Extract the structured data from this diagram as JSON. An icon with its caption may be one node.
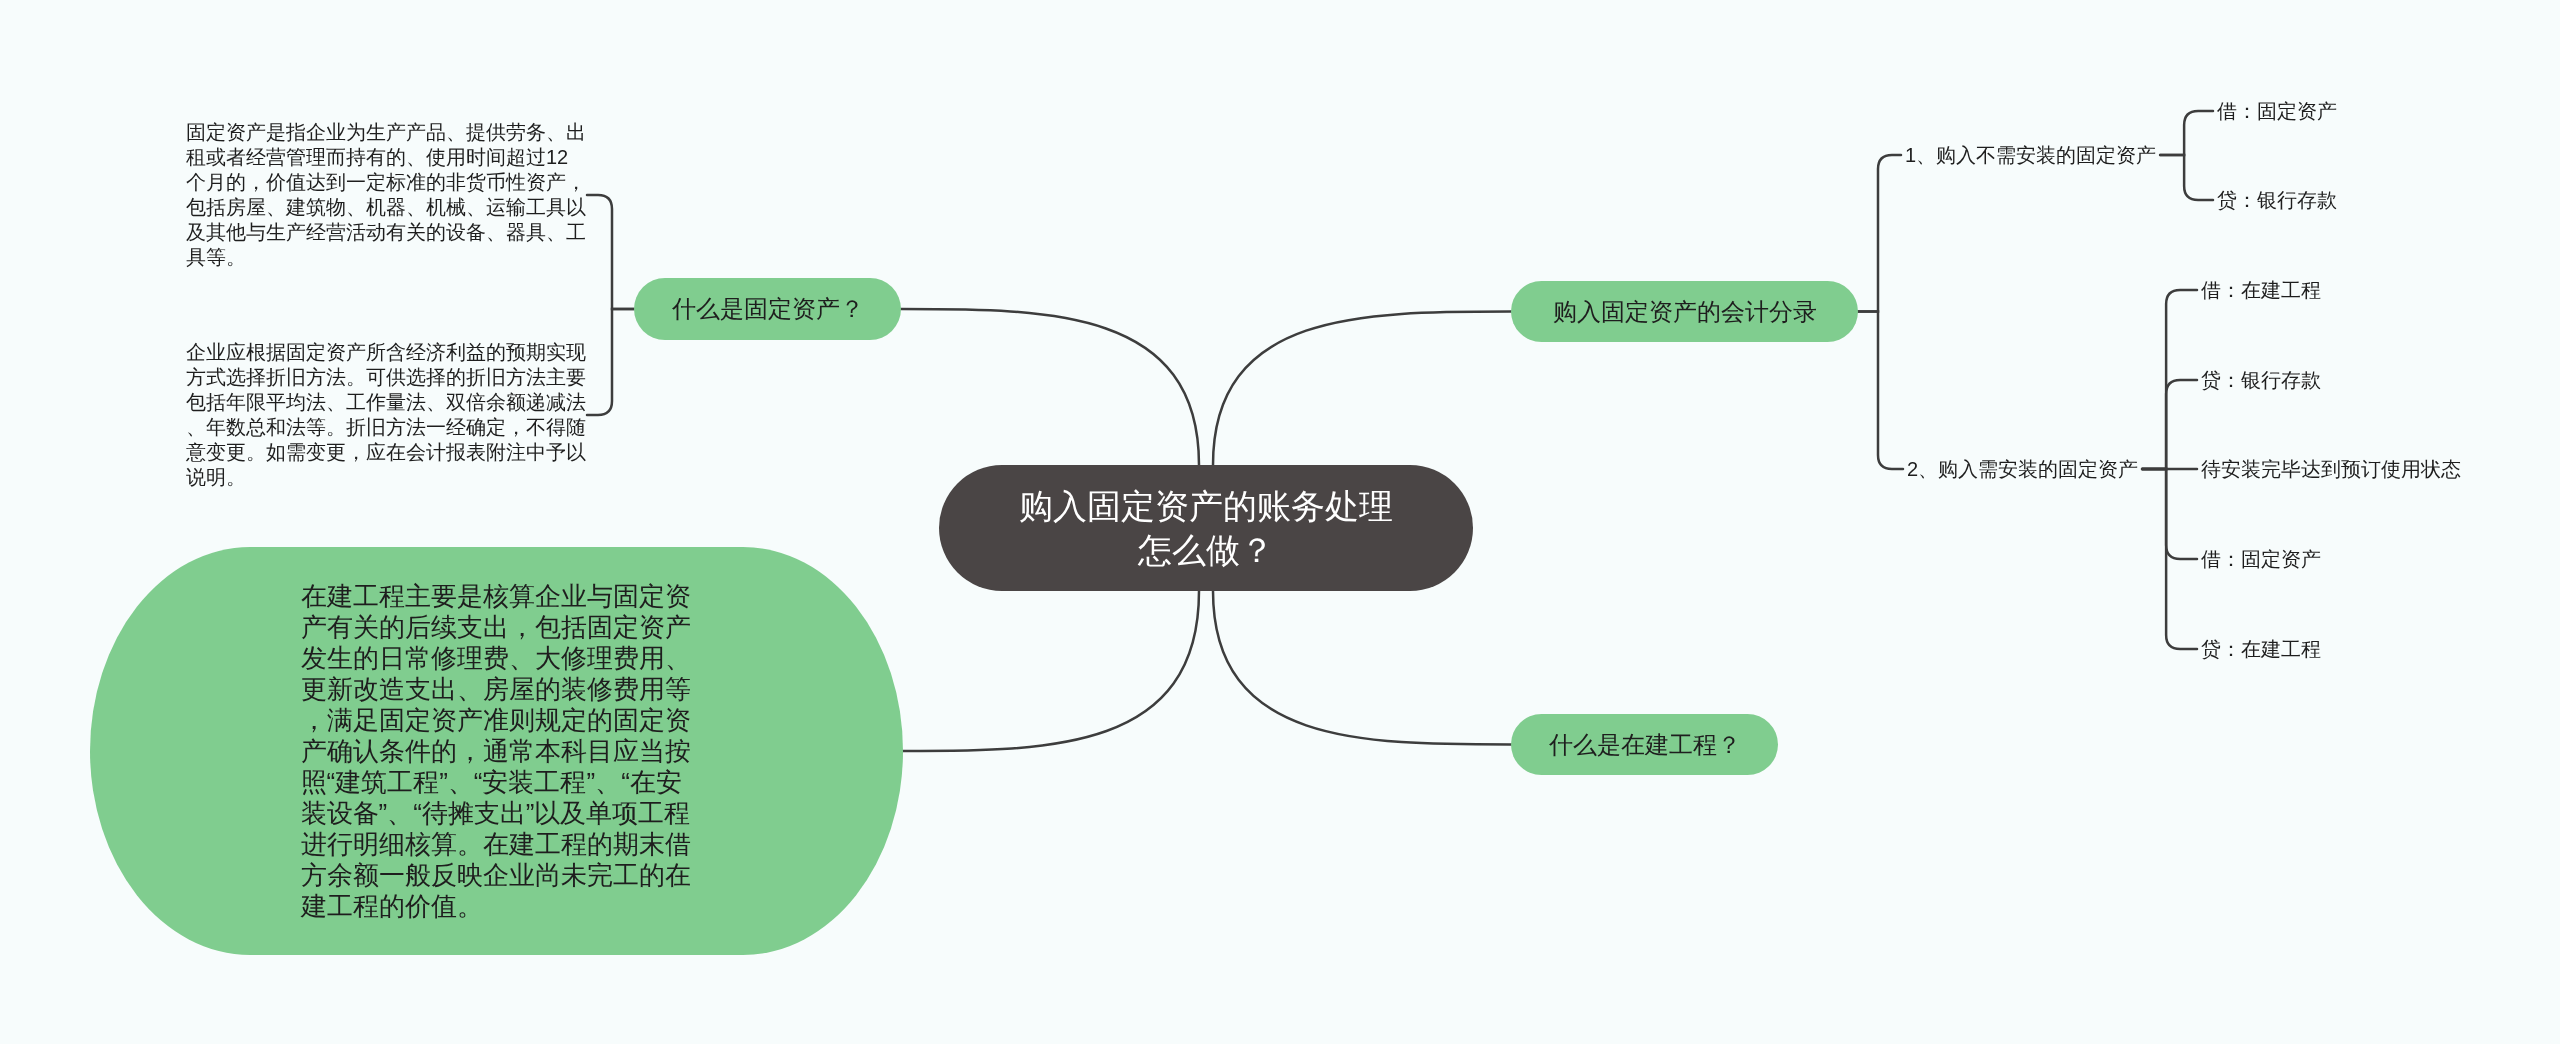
{
  "diagram": {
    "nodes": [
      {
        "text": [
          "购入固定资产的账务处理怎么做？"
        ]
      },
      {
        "text": [
          "什么是固定资产？"
        ]
      },
      {
        "text": [
          "固定资产是指企业为生产产品、提供劳务、出租或者经营管理而持有的、使用时间超过12个月的，价值达到一定标准的非货币性资产，包括房屋、建筑物、机器、机械、运输工具以及其他与生产经营活动有关的设备、器具、工具等。"
        ]
      },
      {
        "text": [
          "企业应根据固定资产所含经济利益的预期实现方式选择折旧方法。可供选择的折旧方法主要包括年限平均法、工作量法、双倍余额递减法、年数总和法等。折旧方法一经确定，不得随意变更。如需变更，应在会计报表附注中予以说明。"
        ]
      },
      {
        "text": [
          "在建工程主要是核算企业与固定资产有关的后续支出，包括固定资产发生的日常修理费、大修理费用、更新改造支出、房屋的装修费用等，满足固定资产准则规定的固定资产确认条件的，通常本科目应当按照“建筑工程”、“安装工程”、“在安装设备”、“待摊支出”以及单项工程进行明细核算。在建工程的期末借方余额一般反映企业尚未完工的在建工程的价值。"
        ]
      },
      {
        "text": [
          "购入固定资产的会计分录"
        ]
      },
      {
        "text": [
          "1、购入不需安装的固定资产"
        ]
      },
      {
        "text": [
          "借：固定资产"
        ]
      },
      {
        "text": [
          "贷：银行存款"
        ]
      },
      {
        "text": [
          "2、购入需安装的固定资产"
        ]
      },
      {
        "text": [
          "借：在建工程"
        ]
      },
      {
        "text": [
          "贷：银行存款"
        ]
      },
      {
        "text": [
          "待安装完毕达到预订使用状态"
        ]
      },
      {
        "text": [
          "借：固定资产"
        ]
      },
      {
        "text": [
          "贷：在建工程"
        ]
      },
      {
        "text": [
          "什么是在建工程？"
        ]
      }
    ],
    "edges": [
      {
        "from": 0,
        "to": 1,
        "arrow": "none"
      },
      {
        "from": 1,
        "to": 2,
        "arrow": "none"
      },
      {
        "from": 1,
        "to": 3,
        "arrow": "none"
      },
      {
        "from": 0,
        "to": 4,
        "arrow": "none"
      },
      {
        "from": 0,
        "to": 5,
        "arrow": "none"
      },
      {
        "from": 5,
        "to": 6,
        "arrow": "none"
      },
      {
        "from": 6,
        "to": 7,
        "arrow": "none"
      },
      {
        "from": 6,
        "to": 8,
        "arrow": "none"
      },
      {
        "from": 5,
        "to": 9,
        "arrow": "none"
      },
      {
        "from": 9,
        "to": 10,
        "arrow": "none"
      },
      {
        "from": 9,
        "to": 11,
        "arrow": "none"
      },
      {
        "from": 9,
        "to": 12,
        "arrow": "none"
      },
      {
        "from": 9,
        "to": 13,
        "arrow": "none"
      },
      {
        "from": 9,
        "to": 14,
        "arrow": "none"
      },
      {
        "from": 0,
        "to": 15,
        "arrow": "none"
      }
    ]
  }
}
